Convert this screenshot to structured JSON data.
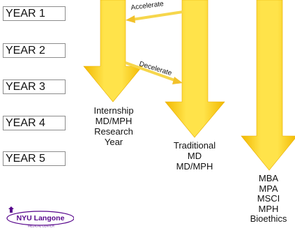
{
  "years": [
    "YEAR 1",
    "YEAR 2",
    "YEAR 3",
    "YEAR 4",
    "YEAR 5"
  ],
  "transitions": {
    "accelerate": "Accelerate",
    "decelerate": "Decelerate"
  },
  "tracks": {
    "internship": [
      "Internship",
      "MD/MPH",
      "Research",
      "Year"
    ],
    "traditional": [
      "Traditional",
      "MD",
      "MD/MPH"
    ],
    "dual": [
      "MBA",
      "MPA",
      "MSCI",
      "MPH",
      "Bioethics"
    ]
  },
  "logo": {
    "name": "NYU Langone",
    "subtitle": "MEDICAL CENTER"
  },
  "colors": {
    "arrow_light": "#ffef5a",
    "arrow_mid": "#ffd700",
    "arrow_dark": "#f0b400",
    "logo_purple": "#57068c"
  }
}
